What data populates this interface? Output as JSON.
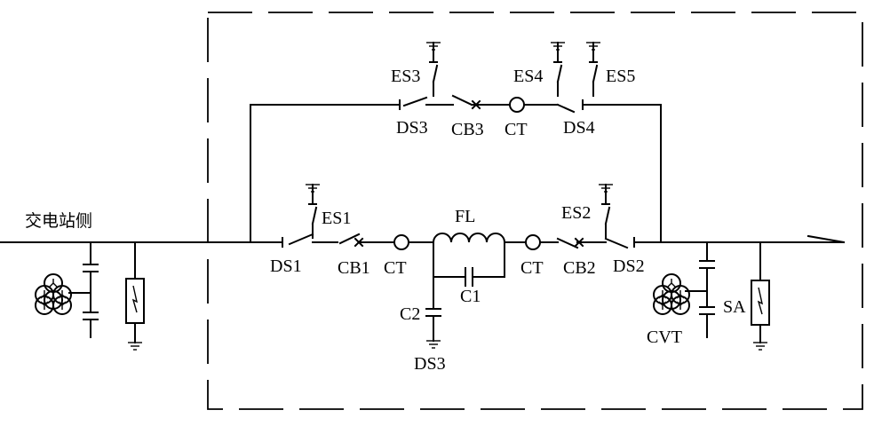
{
  "labels": {
    "station_side": "交电站侧",
    "es1": "ES1",
    "es2": "ES2",
    "es3": "ES3",
    "es4": "ES4",
    "es5": "ES5",
    "ds1": "DS1",
    "ds2": "DS2",
    "ds3_top": "DS3",
    "ds4": "DS4",
    "cb1": "CB1",
    "cb2": "CB2",
    "cb3": "CB3",
    "ct_top": "CT",
    "ct_left": "CT",
    "ct_right": "CT",
    "fl": "FL",
    "c1": "C1",
    "c2": "C2",
    "ds3_bottom": "DS3",
    "cvt": "CVT",
    "sa": "SA"
  }
}
